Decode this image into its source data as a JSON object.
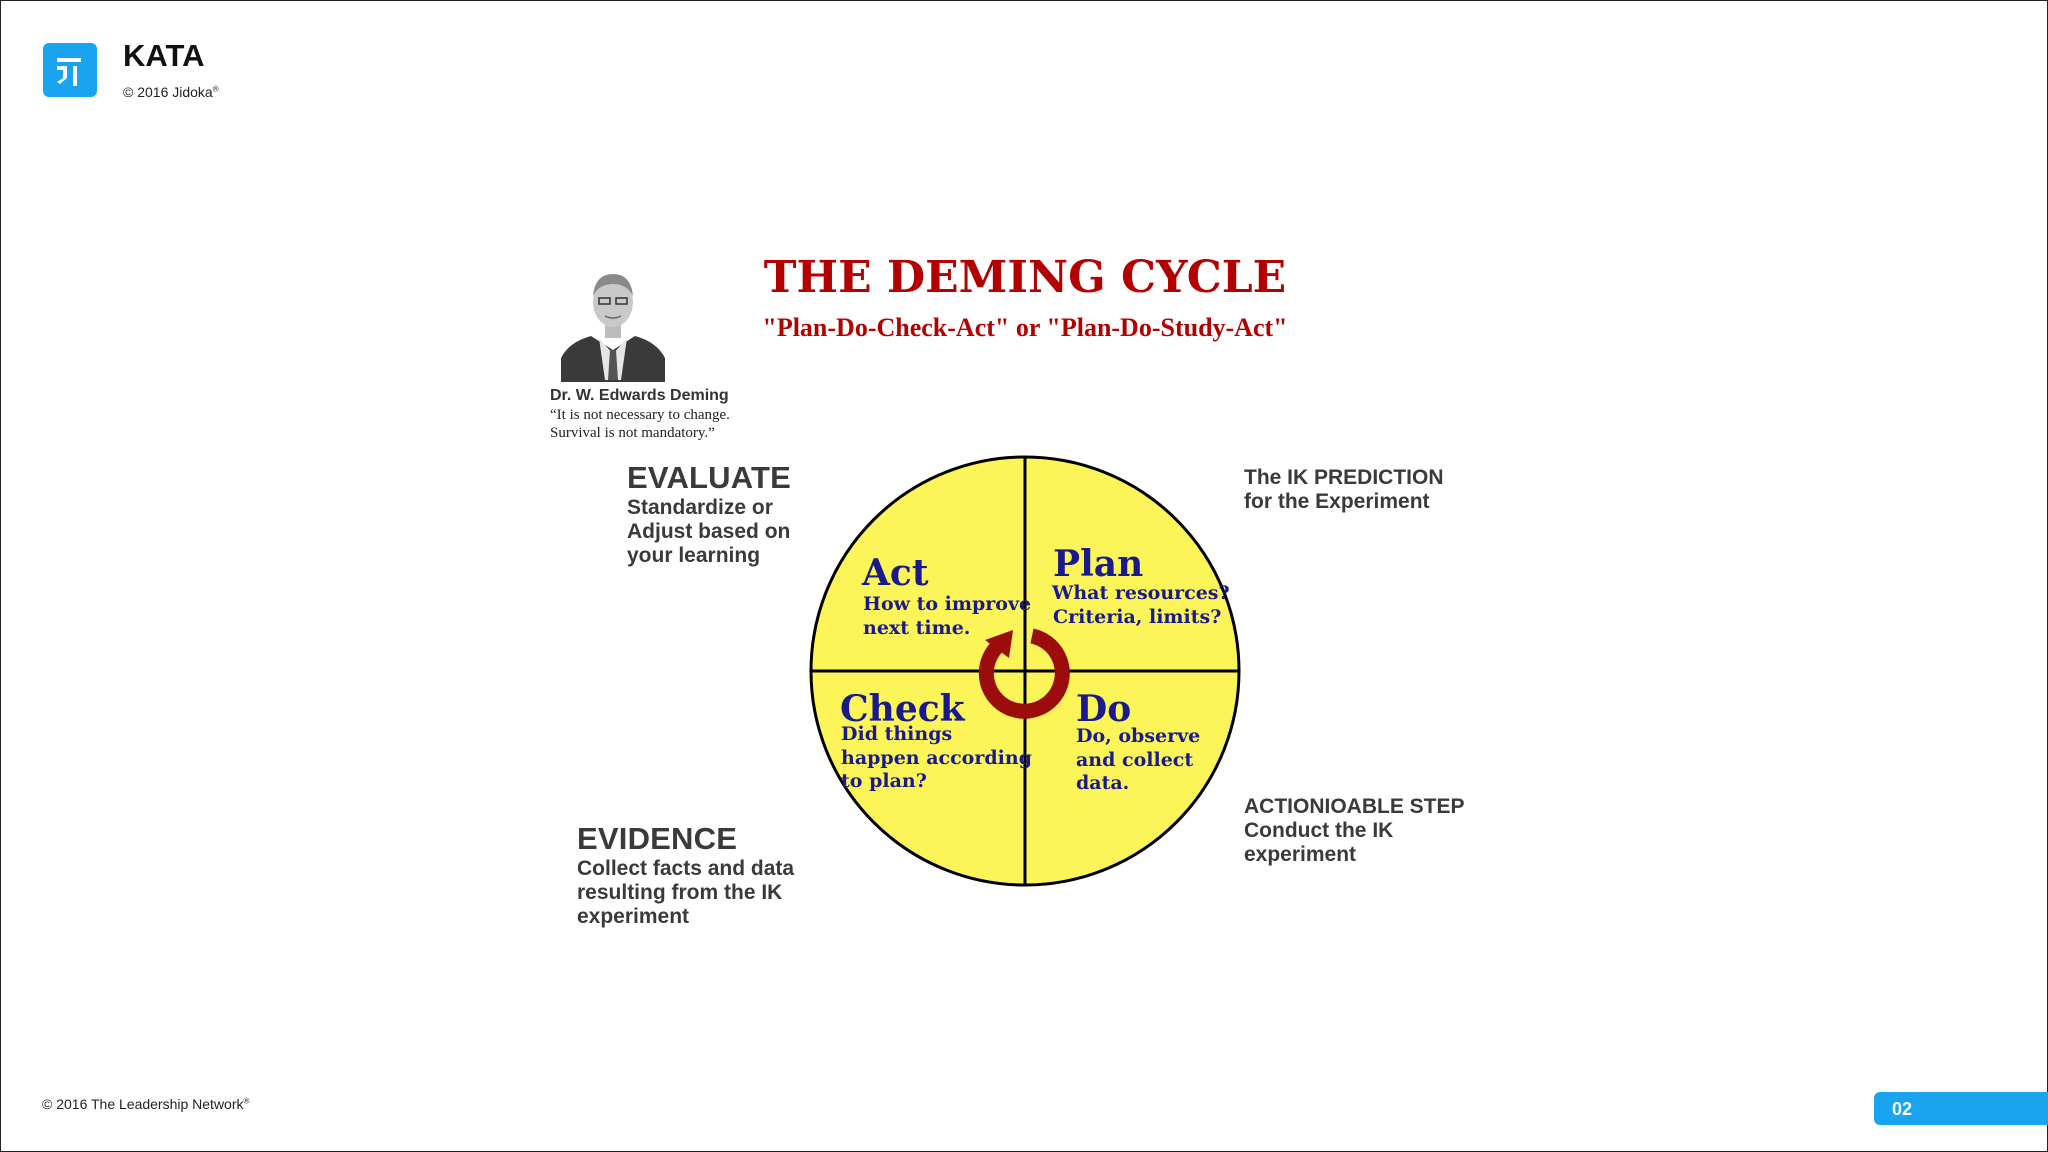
{
  "header": {
    "app_name": "KATA",
    "copyright": "© 2016 Jidoka",
    "copyright_mark": "®",
    "logo_icon": "jidoka-logo-icon"
  },
  "slide": {
    "title": "THE DEMING CYCLE",
    "subtitle": "\"Plan-Do-Check-Act\"  or  \"Plan-Do-Study-Act\""
  },
  "portrait": {
    "name": "Dr. W.  Edwards Deming",
    "quote_line1": "“It is not necessary to change.",
    "quote_line2": "Survival is not mandatory.”"
  },
  "annotations": {
    "evaluate": {
      "head": "EVALUATE",
      "lines": [
        "Standardize or",
        "Adjust based on",
        "your learning"
      ]
    },
    "evidence": {
      "head": "EVIDENCE",
      "lines": [
        "Collect facts and data",
        "resulting from the IK",
        "experiment"
      ]
    },
    "prediction": {
      "lines": [
        "The IK PREDICTION",
        "for the Experiment"
      ]
    },
    "actionable": {
      "lines": [
        "ACTIONIOABLE STEP",
        "Conduct the IK",
        "experiment"
      ]
    }
  },
  "cycle": {
    "fill_color": "#fbf55a",
    "arrow_color": "#9b0d0d",
    "act": {
      "head": "Act",
      "lines": [
        "How to improve",
        "next time."
      ]
    },
    "plan": {
      "head": "Plan",
      "lines": [
        "What resources?",
        "Criteria, limits?"
      ]
    },
    "check": {
      "head": "Check",
      "lines": [
        "Did things",
        "happen according",
        "to plan?"
      ]
    },
    "do": {
      "head": "Do",
      "lines": [
        "Do, observe",
        "and collect",
        "data."
      ]
    }
  },
  "footer": {
    "copyright": "© 2016 The Leadership Network",
    "copyright_mark": "®",
    "page_number": "02"
  },
  "colors": {
    "accent": "#1aa3ee",
    "title_red": "#b30000",
    "quadrant_text": "#1a1a8a"
  }
}
